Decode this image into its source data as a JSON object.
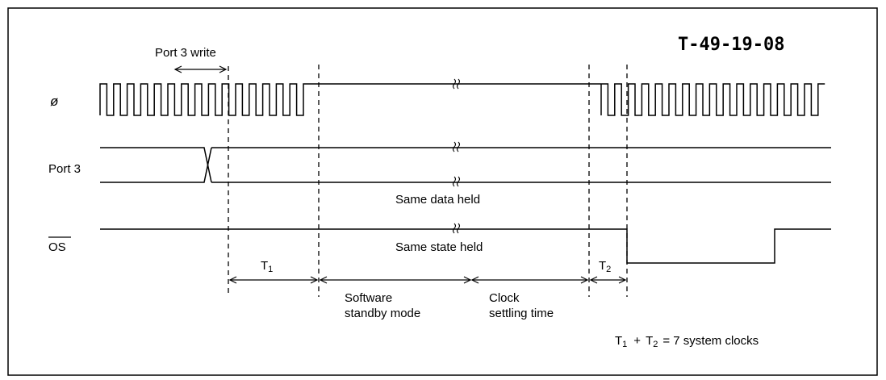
{
  "stamp": "T-49-19-08",
  "signals": {
    "clock": "ø",
    "port3": "Port 3",
    "os": "OS"
  },
  "annotations": {
    "port3_write": "Port 3 write",
    "same_data_held": "Same data held",
    "same_state_held": "Same state held",
    "standby_line1": "Software",
    "standby_line2": "standby mode",
    "settling_line1": "Clock",
    "settling_line2": "settling time"
  },
  "intervals": {
    "t1": {
      "letter": "T",
      "sub": "1"
    },
    "t2": {
      "letter": "T",
      "sub": "2"
    }
  },
  "formula": {
    "a": "T",
    "a_sub": "1",
    "plus": "+",
    "b": "T",
    "b_sub": "2",
    "rest": "= 7 system clocks"
  }
}
